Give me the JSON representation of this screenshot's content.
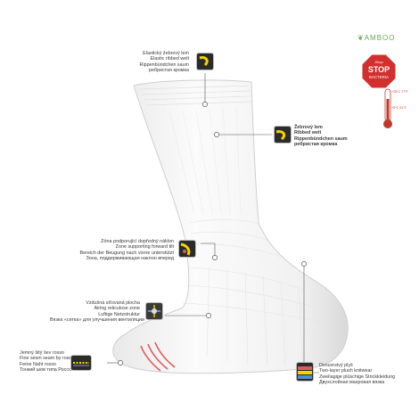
{
  "brand": {
    "logo_text": "AMBOO"
  },
  "stop_badge": {
    "line1": "Stop",
    "line2": "STOP",
    "line3": "BACTERIA",
    "color": "#d32f2f"
  },
  "thermometer": {
    "upper_label": "+25°C 77°F",
    "lower_label": "+5°C 41°F",
    "color": "#c0392b"
  },
  "annotations": [
    {
      "id": "welt-top",
      "lines": [
        "Elastický žebrový lem",
        "Elastic ribbed welt",
        "Rippenbündchen saum",
        "ребристая кромка"
      ]
    },
    {
      "id": "welt-right",
      "lines": [
        "Žebrový lem",
        "Ribbed welt",
        "Rippenbündchen saum",
        "ребристая кромка"
      ]
    },
    {
      "id": "tilt-zone",
      "lines": [
        "Zóna podporující dopředný náklon",
        "Zone supporting forward tilt",
        "Bereich der Beugung nach vorne unterstützt",
        "Зона, поддерживающая наклон вперед"
      ]
    },
    {
      "id": "airing-zone",
      "lines": [
        "Vzdušná síťovaná plocha",
        "Airing reticulose zone",
        "Luftige Netzstruktur",
        "Вязка «сетка» для улучшения вентиляции"
      ]
    },
    {
      "id": "toe-seam",
      "lines": [
        "Jemný šitý šev rosso",
        "Fine sewn seam by rosso",
        "Feine Naht rosso",
        "Тонкий шов типа Россо"
      ]
    },
    {
      "id": "plush",
      "lines": [
        "Dvouvrstvý plyš",
        "Two-layer plush knitwear",
        "Zweilagige plüschige Strickkleidung",
        "Двухслойная махровая вязка"
      ]
    }
  ],
  "colors": {
    "sock": "#f7f7f7",
    "sock_shadow": "#dcdcdc",
    "stripe": "#e05a5a",
    "leader": "#555555",
    "badge_bg": "#2b2b2b",
    "badge_accent": "#f2d400"
  }
}
